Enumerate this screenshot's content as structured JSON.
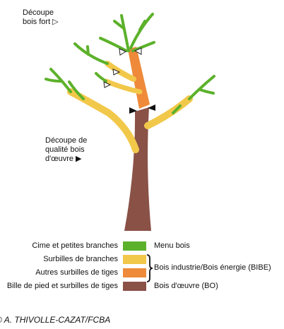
{
  "annotations": {
    "cut_strong_wood": [
      "Découpe",
      "bois fort ▷"
    ],
    "cut_quality_wood": [
      "Découpe de",
      "qualité bois",
      "d'œuvre ▶"
    ]
  },
  "colors": {
    "menu_bois": "#5cb12a",
    "surbilles_branches": "#f2c84a",
    "autres_surbilles": "#ee8a3a",
    "bois_oeuvre": "#8a5147"
  },
  "legend": {
    "rows": [
      {
        "label": "Cime et petites branches",
        "color": "#5cb12a",
        "category": "Menu bois"
      },
      {
        "label": "Surbilles de branches",
        "color": "#f2c84a",
        "category": ""
      },
      {
        "label": "Autres surbilles de tiges",
        "color": "#ee8a3a",
        "category": ""
      },
      {
        "label": "Bille de pied et surbilles de tiges",
        "color": "#8a5147",
        "category": "Bois d'œuvre (BO)"
      }
    ],
    "group_category": "Bois industrie/Bois énergie (BIBE)"
  },
  "credit": "© A. THIVOLLE-CAZAT/FCBA"
}
